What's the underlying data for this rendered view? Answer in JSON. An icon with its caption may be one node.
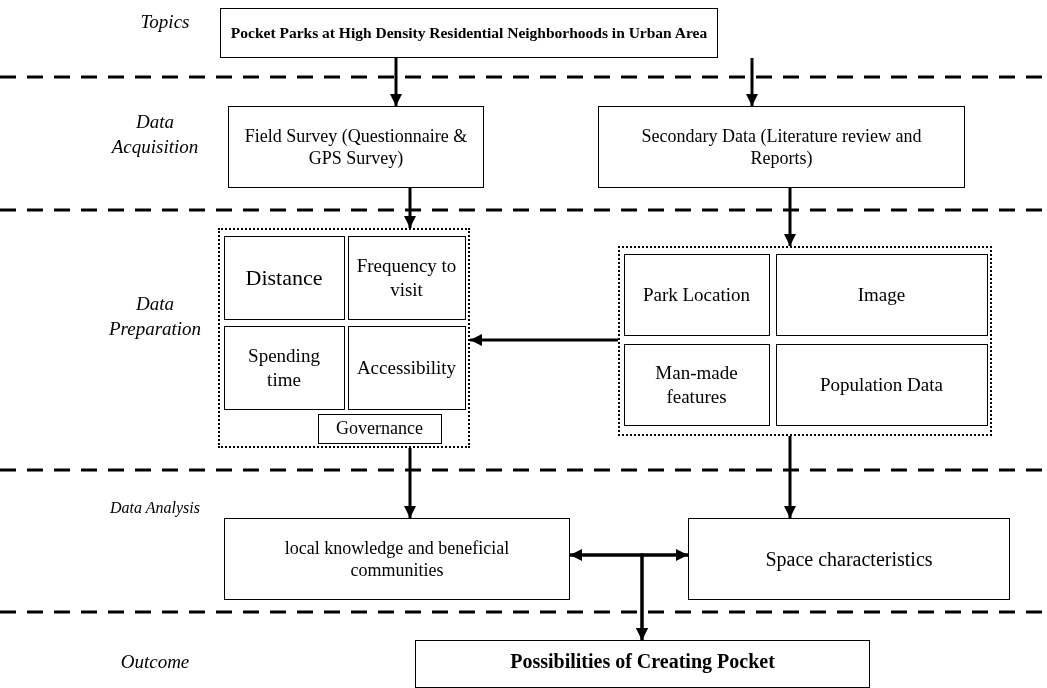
{
  "diagram": {
    "nodes": [
      {
        "text": [
          "Pocket Parks at High Density Residential Neighborhoods in Urban Area"
        ]
      },
      {
        "text": [
          "Field Survey (Questionnaire & GPS Survey)"
        ]
      },
      {
        "text": [
          "Secondary Data (Literature review and Reports)"
        ]
      },
      {
        "text": [],
        "shape": "box"
      },
      {
        "text": [
          "Distance"
        ],
        "in": 3
      },
      {
        "text": [
          "Frequency to visit"
        ],
        "in": 3
      },
      {
        "text": [
          "Spending time"
        ],
        "in": 3
      },
      {
        "text": [
          "Accessibility"
        ],
        "in": 3
      },
      {
        "text": [
          "Governance"
        ],
        "in": 3
      },
      {
        "text": [],
        "shape": "box"
      },
      {
        "text": [
          "Park Location"
        ],
        "in": 9
      },
      {
        "text": [
          "Image"
        ],
        "in": 9
      },
      {
        "text": [
          "Man-made features"
        ],
        "in": 9
      },
      {
        "text": [
          "Population Data"
        ],
        "in": 9
      },
      {
        "text": [
          "local knowledge and beneficial communities"
        ]
      },
      {
        "text": [
          "Space characteristics"
        ]
      },
      {
        "text": [
          "Possibilities of Creating Pocket"
        ]
      }
    ],
    "edges": [
      {
        "from": 0,
        "to": 1,
        "arrow": "to"
      },
      {
        "from": 0,
        "to": 2,
        "arrow": "to"
      },
      {
        "from": 1,
        "to": 3,
        "arrow": "to"
      },
      {
        "from": 2,
        "to": 9,
        "arrow": "to"
      },
      {
        "from": 9,
        "to": 3,
        "arrow": "to"
      },
      {
        "from": 3,
        "to": 14,
        "arrow": "to"
      },
      {
        "from": 9,
        "to": 15,
        "arrow": "to"
      },
      {
        "from": 14,
        "to": 15,
        "arrow": "both"
      },
      {
        "from": 14,
        "to": 16,
        "arrow": "to"
      },
      {
        "from": 15,
        "to": 16,
        "arrow": "to"
      }
    ],
    "labels": [
      "Topics",
      "Data Acquisition",
      "Data Preparation",
      "Data Analysis",
      "Outcome"
    ]
  }
}
